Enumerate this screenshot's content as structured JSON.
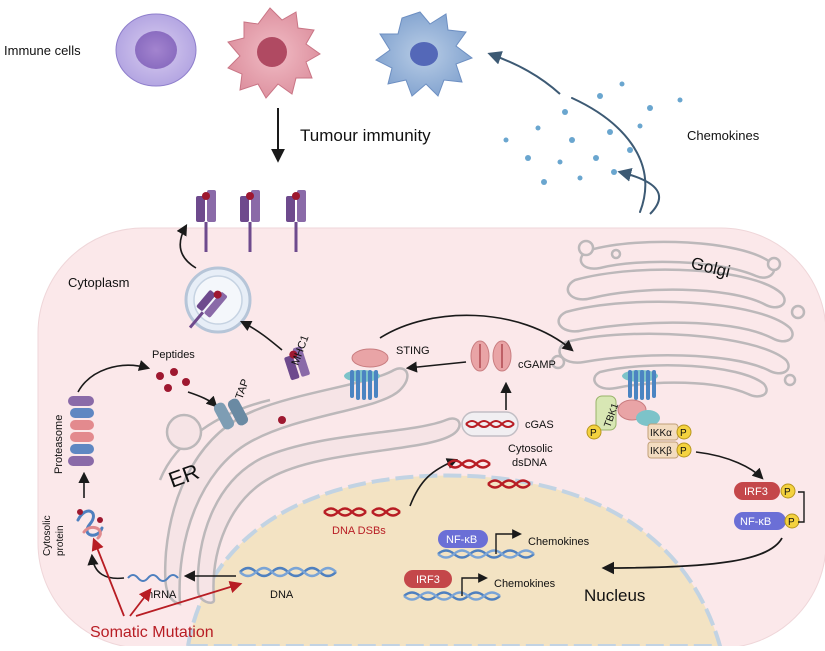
{
  "labels": {
    "immune_cells": "Immune cells",
    "tumour_immunity": "Tumour immunity",
    "chemokines_top": "Chemokines",
    "cytoplasm": "Cytoplasm",
    "golgi": "Golgi",
    "peptides": "Peptides",
    "tap": "TAP",
    "mhc1": "MHC1",
    "sting": "STING",
    "cgamp": "cGAMP",
    "cgas": "cGAS",
    "cytosolic_dsdna_1": "Cytosolic",
    "cytosolic_dsdna_2": "dsDNA",
    "proteasome": "Proteasome",
    "cytosolic_protein_1": "Cytosolic",
    "cytosolic_protein_2": "protein",
    "er": "ER",
    "dna_dsbs": "DNA DSBs",
    "nfkb_nucleus": "NF-κB",
    "chemokines_nfkb": "Chemokines",
    "irf3_nucleus": "IRF3",
    "chemokines_irf3": "Chemokines",
    "nucleus": "Nucleus",
    "mrna": "mRNA",
    "dna": "DNA",
    "somatic_mutation": "Somatic Mutation",
    "tbk1": "TBK1",
    "ikka": "IKKα",
    "ikkb": "IKKβ",
    "irf3_right": "IRF3",
    "nfkb_right": "NF-κB",
    "p": "P"
  },
  "colors": {
    "cell_bg": "#fbe8ea",
    "nucleus": "#f3e3c3",
    "er_membrane": "#f6e4e6",
    "outline": "#c9c6c8",
    "mhc_purple": "#6e4a8d",
    "red_dot": "#9e1830",
    "receptor_blue": "#4b84c2",
    "sting_pink": "#e9a4a6",
    "nfkb_purple": "#6b6fd6",
    "irf3_red": "#c4474a",
    "phospho_yellow": "#f4d23f",
    "mutation_red": "#b81d24"
  }
}
